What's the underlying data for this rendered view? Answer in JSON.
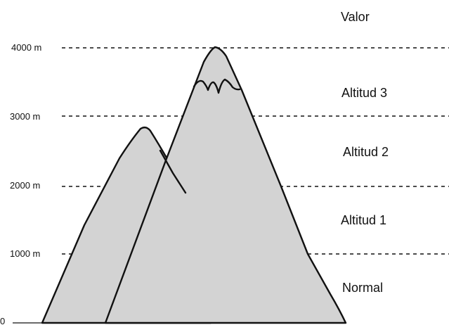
{
  "title": "Valor",
  "zones": {
    "altitud_3": "Altitud 3",
    "altitud_2": "Altitud 2",
    "altitud_1": "Altitud 1",
    "normal": "Normal"
  },
  "ticks": {
    "t4000": "4000 m",
    "t3000": "3000 m",
    "t2000": "2000 m",
    "t1000": "1000 m",
    "t0": "0"
  },
  "colors": {
    "mountain_fill": "#d3d3d3",
    "ink": "#111111",
    "background": "#ffffff"
  }
}
